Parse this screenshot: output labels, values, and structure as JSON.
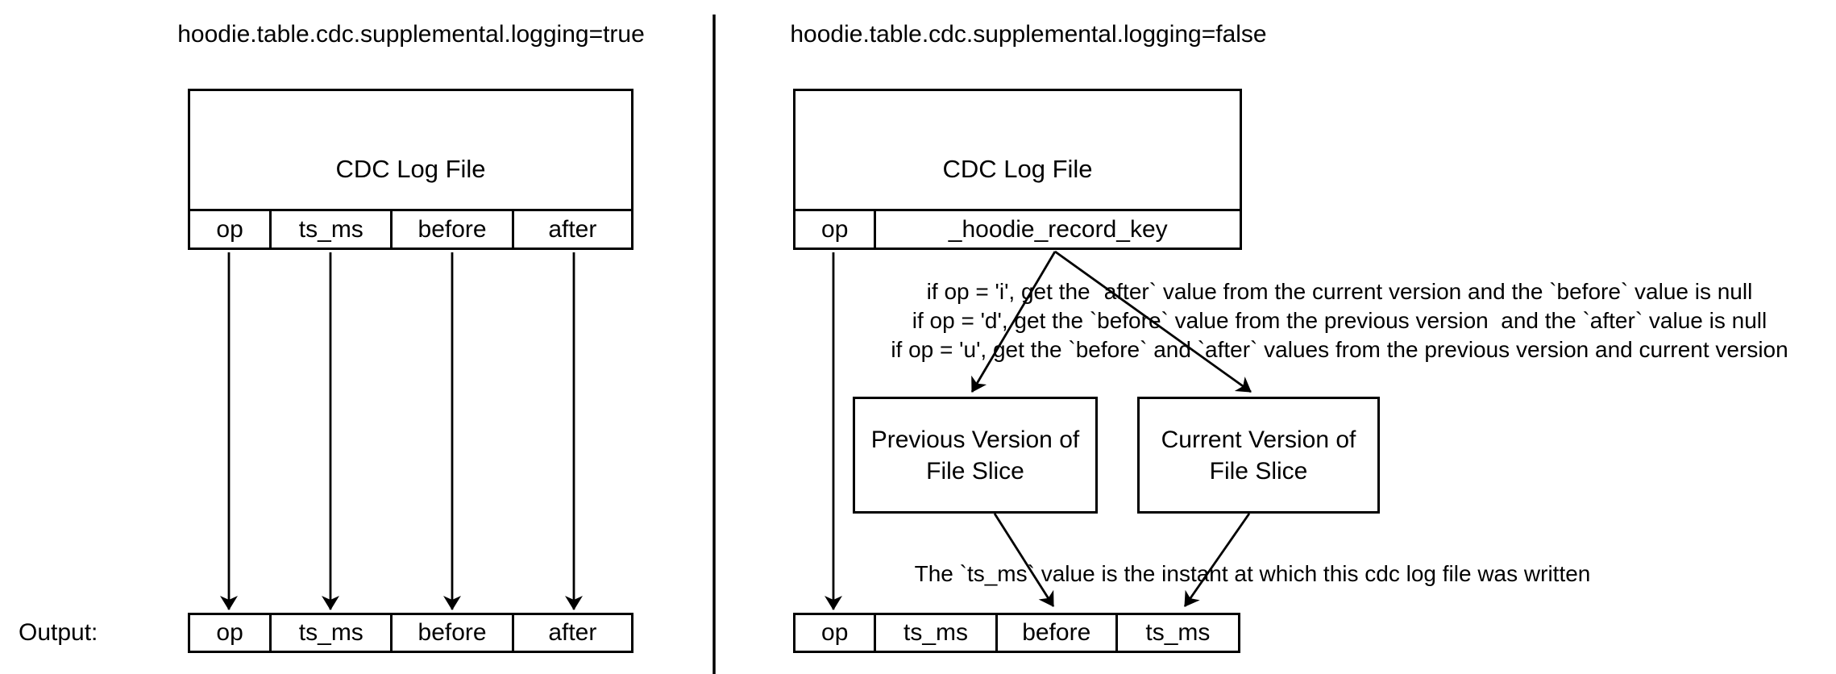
{
  "diagram": {
    "left": {
      "title": "hoodie.table.cdc.supplemental.logging=true",
      "log_file_box": {
        "label": "CDC Log File",
        "columns": [
          "op",
          "ts_ms",
          "before",
          "after"
        ]
      },
      "output_label": "Output:",
      "output_row": [
        "op",
        "ts_ms",
        "before",
        "after"
      ]
    },
    "right": {
      "title": "hoodie.table.cdc.supplemental.logging=false",
      "log_file_box": {
        "label": "CDC Log File",
        "columns": [
          "op",
          "_hoodie_record_key"
        ]
      },
      "rules": [
        "if op = 'i', get the `after` value from the current version and the `before` value is null",
        "if op = 'd', get the `before` value from the previous version  and the `after` value is null",
        "if op = 'u', get the `before` and `after` values from the previous version and current version"
      ],
      "previous_version_box": {
        "line1": "Previous Version of",
        "line2": "File Slice"
      },
      "current_version_box": {
        "line1": "Current Version of",
        "line2": "File Slice"
      },
      "note": "The `ts_ms` value is the instant at which this cdc log file was written",
      "output_row": [
        "op",
        "ts_ms",
        "before",
        "ts_ms"
      ]
    },
    "colors": {
      "stroke": "#000000",
      "text": "#000000",
      "background": "#ffffff"
    }
  }
}
